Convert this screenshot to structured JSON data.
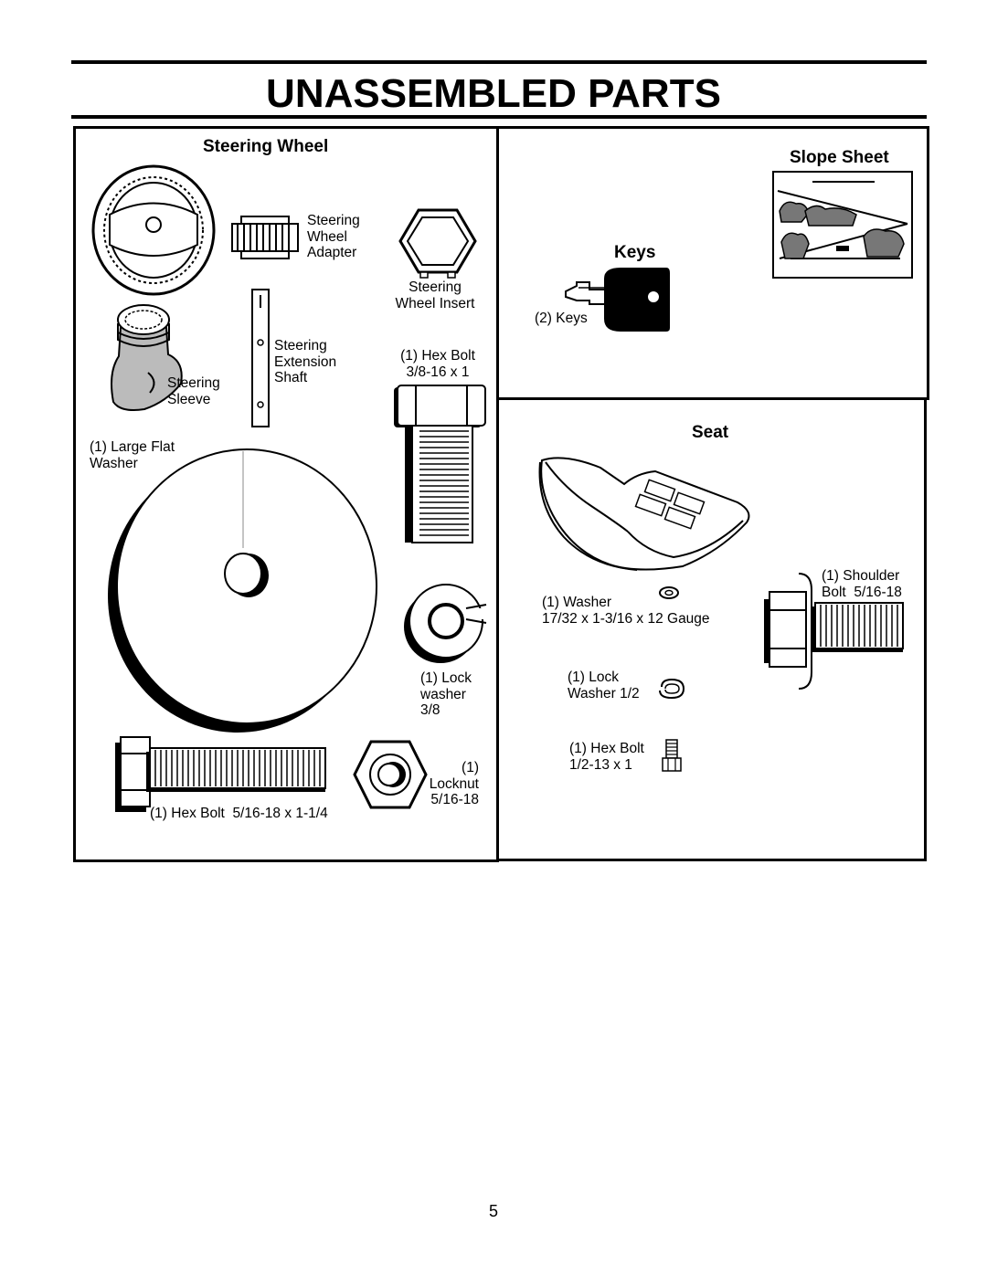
{
  "page": {
    "title": "UNASSEMBLED PARTS",
    "page_number": "5"
  },
  "steering_section": {
    "heading": "Steering Wheel",
    "adapter_label": "Steering\nWheel\nAdapter",
    "insert_label": "Steering\nWheel Insert",
    "extension_shaft_label": "Steering\nExtension\nShaft",
    "sleeve_label": "Steering\nSleeve",
    "hex_bolt_small_label": "(1) Hex Bolt\n3/8-16 x 1",
    "large_washer_label": "(1) Large Flat\nWasher",
    "lock_washer_label": "(1) Lock\nwasher\n3/8",
    "locknut_label": "(1)\nLocknut\n5/16-18",
    "hex_bolt_long_label": "(1) Hex Bolt  5/16-18 x 1-1/4"
  },
  "slope_section": {
    "heading": "Slope Sheet"
  },
  "keys_section": {
    "heading": "Keys",
    "keys_label": "(2) Keys"
  },
  "seat_section": {
    "heading": "Seat",
    "shoulder_bolt_label": "(1) Shoulder\nBolt  5/16-18",
    "washer_label": "(1) Washer",
    "washer_size": "17/32 x 1-3/16 x 12 Gauge",
    "lock_washer_label": "(1) Lock\nWasher 1/2",
    "hex_bolt_label": "(1) Hex Bolt\n1/2-13 x 1"
  }
}
